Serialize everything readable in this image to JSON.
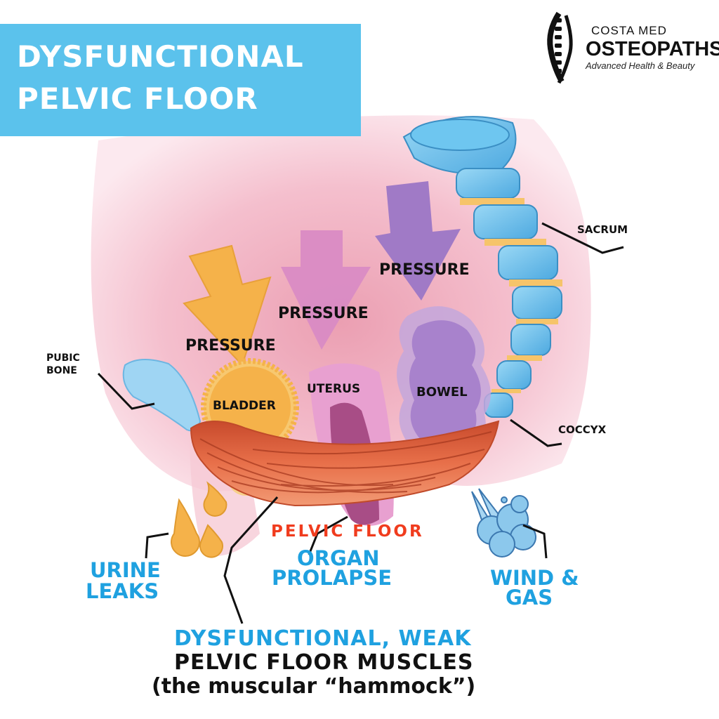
{
  "title": {
    "line1": "DYSFUNCTIONAL",
    "line2": "PELVIC FLOOR"
  },
  "logo": {
    "top": "COSTA MED",
    "main": "OSTEOPATHS",
    "sub": "Advanced Health & Beauty"
  },
  "labels": {
    "sacrum": "SACRUM",
    "pubic_bone_1": "PUBIC",
    "pubic_bone_2": "BONE",
    "coccyx": "COCCYX",
    "bladder": "BLADDER",
    "uterus": "UTERUS",
    "bowel": "BOWEL",
    "pressure_bladder": "PRESSURE",
    "pressure_uterus": "PRESSURE",
    "pressure_bowel": "PRESSURE",
    "pelvic_floor": "PELVIC FLOOR"
  },
  "effects": {
    "urine_1": "URINE",
    "urine_2": "LEAKS",
    "organ_1": "ORGAN",
    "organ_2": "PROLAPSE",
    "wind_1": "WIND &",
    "wind_2": "GAS"
  },
  "caption": {
    "line1": "DYSFUNCTIONAL, WEAK",
    "line2": "PELVIC FLOOR MUSCLES",
    "line3": "(the muscular “hammock”)"
  },
  "colors": {
    "banner": "#5bc2ec",
    "body_pink": "#f2b8c6",
    "bladder": "#f5b24a",
    "uterus": "#de8cc0",
    "bowel": "#a982c8",
    "muscle": "#e0603a",
    "bone_blue": "#6fc3ec",
    "accent_blue": "#1fa1e0",
    "pelvic_red": "#f03c1e"
  }
}
